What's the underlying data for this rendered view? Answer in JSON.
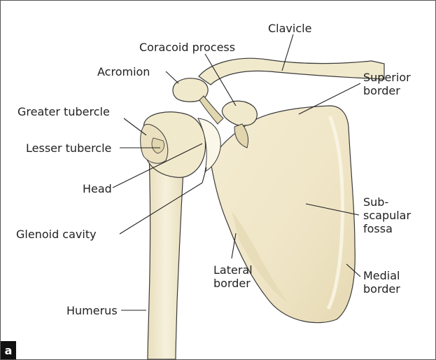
{
  "figure": {
    "panel_letter": "a",
    "labels": {
      "clavicle": "Clavicle",
      "coracoid_process": "Coracoid process",
      "acromion": "Acromion",
      "superior_border": "Superior\nborder",
      "greater_tubercle": "Greater tubercle",
      "lesser_tubercle": "Lesser tubercle",
      "head": "Head",
      "glenoid_cavity": "Glenoid cavity",
      "subscapular_fossa": "Sub-\nscapular\nfossa",
      "lateral_border": "Lateral\nborder",
      "medial_border": "Medial\nborder",
      "humerus": "Humerus"
    },
    "colors": {
      "bone_fill": "#f1e9cc",
      "bone_shade": "#e2d6ae",
      "bone_light": "#fbf7e8",
      "outline": "#3a3a3a",
      "leader": "#222222"
    }
  }
}
